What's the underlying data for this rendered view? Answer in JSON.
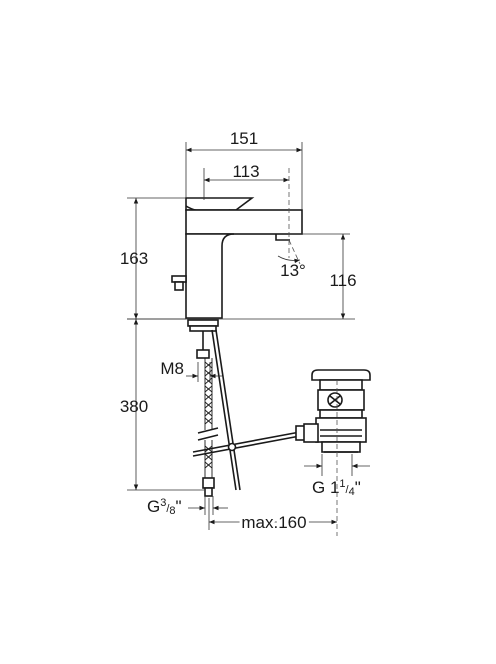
{
  "dimensions": {
    "overall_width": "151",
    "spout_reach": "113",
    "tap_height": "163",
    "outlet_height": "116",
    "spout_angle": "13°",
    "hose_length": "380",
    "thread_rod": "M8",
    "hose_connection": {
      "base": "G",
      "num": "3",
      "den": "8",
      "suffix": "\""
    },
    "waste_connection": {
      "base": "G 1",
      "num": "1",
      "den": "4",
      "suffix": "\""
    },
    "max_offset": "max.160"
  }
}
